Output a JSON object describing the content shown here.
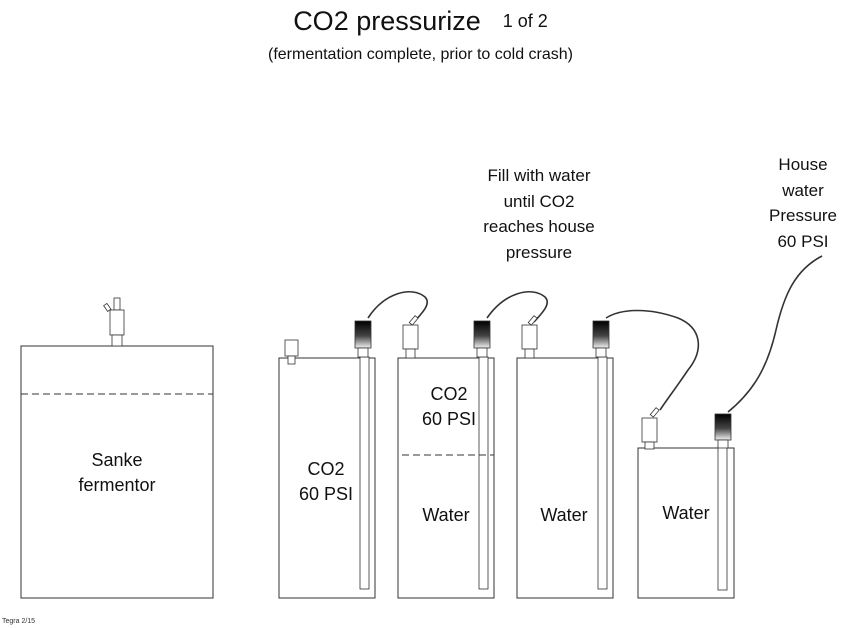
{
  "title": "CO2 pressurize",
  "step": "1 of 2",
  "subtitle": "(fermentation complete, prior to cold crash)",
  "notes": {
    "fill": [
      "Fill with water",
      "until CO2",
      "reaches house",
      "pressure"
    ],
    "house": [
      "House",
      "water",
      "Pressure",
      "60 PSI"
    ]
  },
  "vessels": {
    "fermentor": [
      "Sanke",
      "fermentor"
    ],
    "keg1": [
      "CO2",
      "60 PSI"
    ],
    "keg2_gas": [
      "CO2",
      "60 PSI"
    ],
    "keg2_liquid": "Water",
    "keg3": "Water",
    "keg4": "Water"
  },
  "credit": "Tegra 2/15"
}
